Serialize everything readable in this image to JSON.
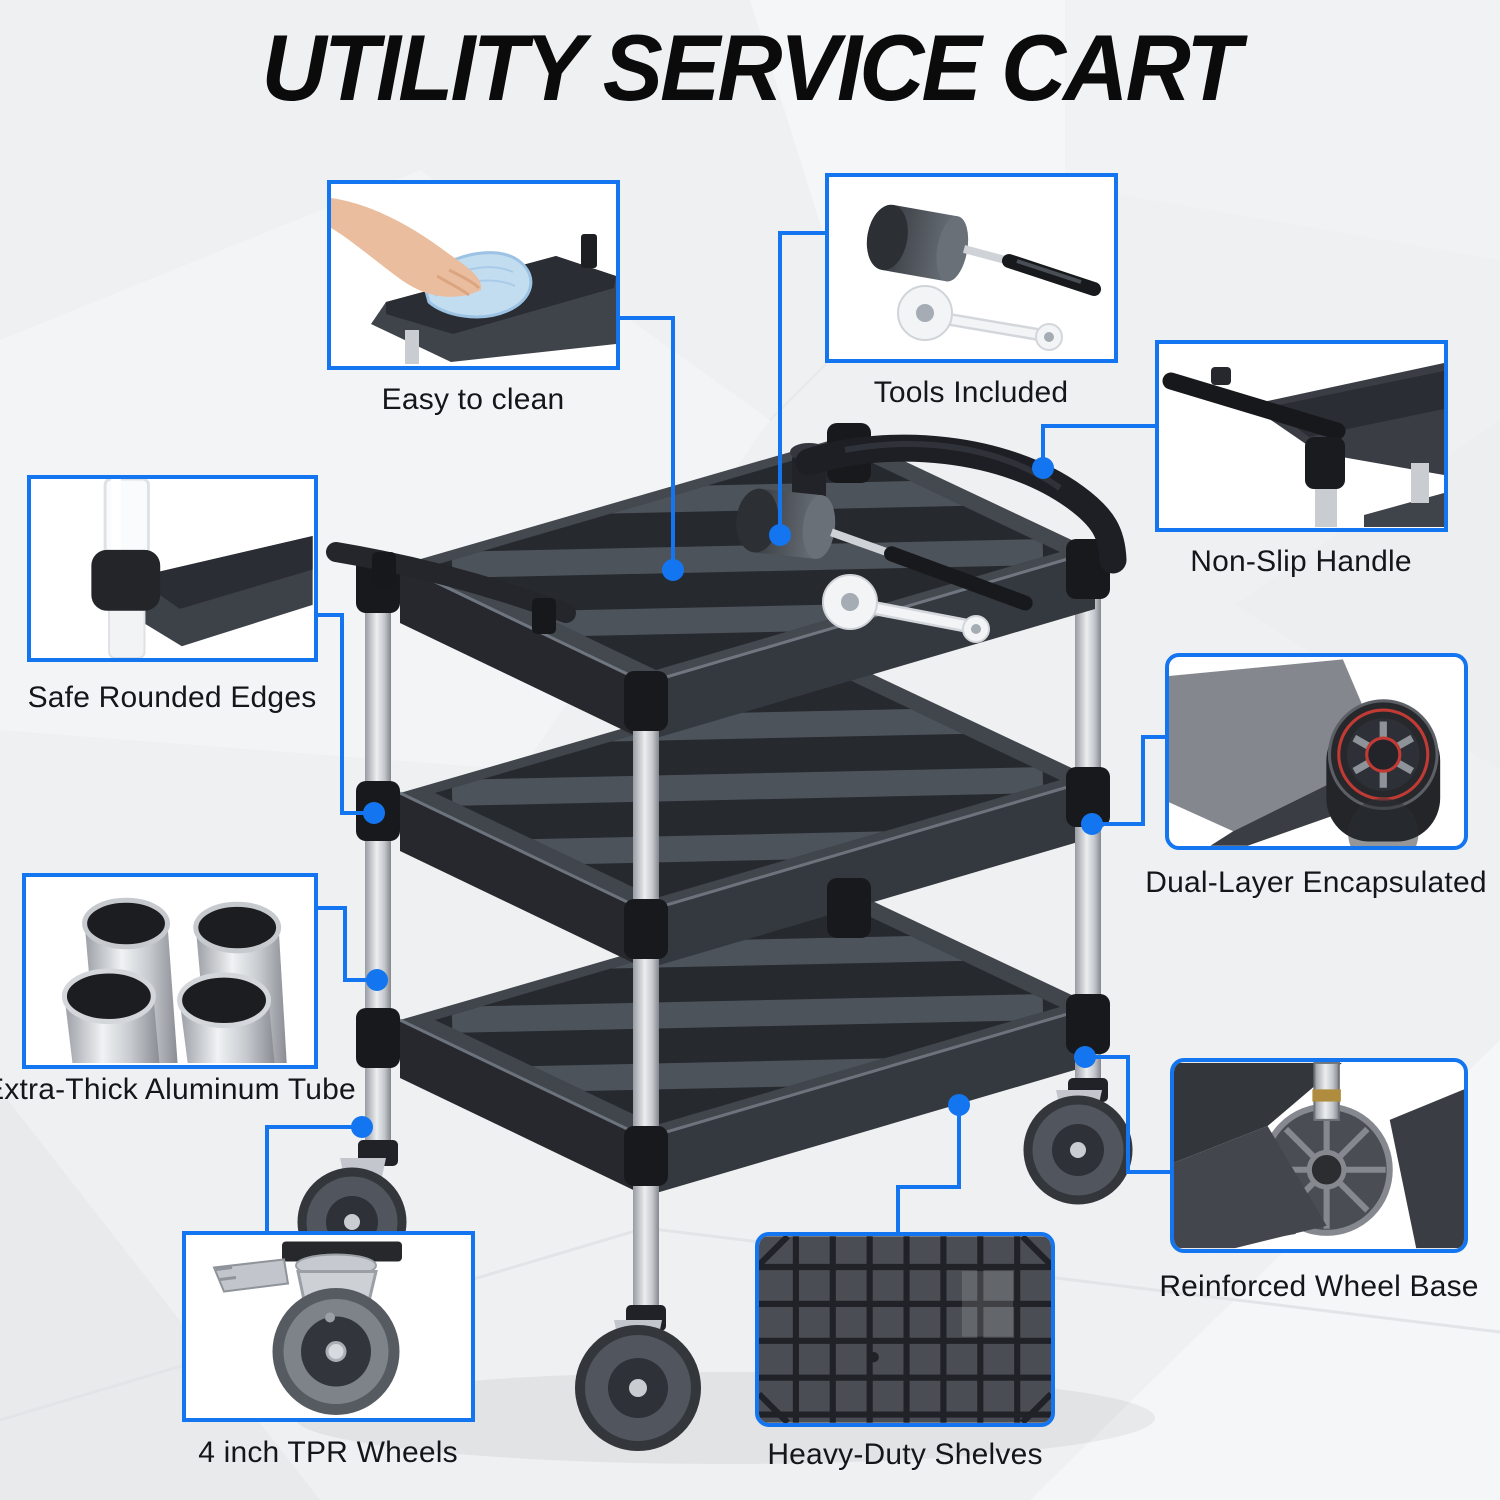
{
  "title": "UTILITY SERVICE CART",
  "colors": {
    "accent": "#1376f0",
    "background": "#eef0f1",
    "title": "#0b0b0c",
    "label": "#15161a"
  },
  "product": {
    "name": "3-tier utility service cart with aluminum legs, push handle, tools on top shelf and four caster wheels"
  },
  "features": [
    {
      "id": "easy-to-clean",
      "label": "Easy to clean",
      "icon": "hand-wiping-shelf-icon"
    },
    {
      "id": "tools-included",
      "label": "Tools Included",
      "icon": "mallet-and-wrench-icon"
    },
    {
      "id": "non-slip-handle",
      "label": "Non-Slip Handle",
      "icon": "handle-corner-icon"
    },
    {
      "id": "safe-rounded-edges",
      "label": "Safe Rounded Edges",
      "icon": "rounded-corner-joint-icon"
    },
    {
      "id": "extra-thick-aluminum-tube",
      "label": "Extra-Thick Aluminum Tube",
      "icon": "aluminum-tubes-icon"
    },
    {
      "id": "dual-layer-encapsulated",
      "label": "Dual-Layer Encapsulated",
      "icon": "encapsulated-wheel-icon"
    },
    {
      "id": "reinforced-wheel-base",
      "label": "Reinforced Wheel Base",
      "icon": "wheel-base-hub-icon"
    },
    {
      "id": "4-inch-tpr-wheels",
      "label": "4 inch TPR Wheels",
      "icon": "caster-wheel-brake-icon"
    },
    {
      "id": "heavy-duty-shelves",
      "label": "Heavy-Duty Shelves",
      "icon": "shelf-grid-icon"
    }
  ]
}
